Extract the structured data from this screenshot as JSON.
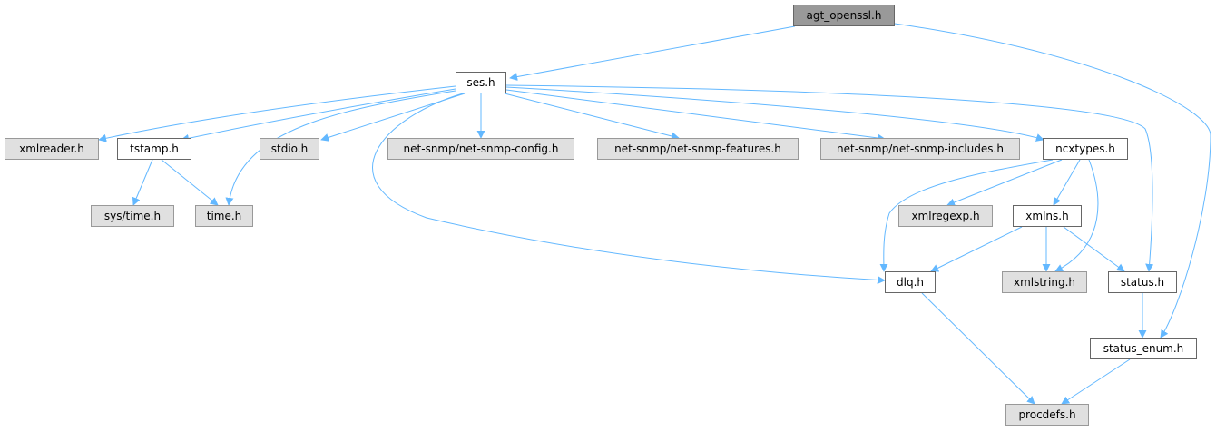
{
  "graph": {
    "colors": {
      "edge": "#63b8ff",
      "main_fill": "#999999",
      "doc_fill": "#ffffff",
      "ext_fill": "#e0e0e0",
      "border": "#666666"
    },
    "nodes": {
      "agt_openssl": "agt_openssl.h",
      "ses": "ses.h",
      "xmlreader": "xmlreader.h",
      "tstamp": "tstamp.h",
      "stdio": "stdio.h",
      "netsnmp_config": "net-snmp/net-snmp-config.h",
      "netsnmp_features": "net-snmp/net-snmp-features.h",
      "netsnmp_includes": "net-snmp/net-snmp-includes.h",
      "ncxtypes": "ncxtypes.h",
      "systime": "sys/time.h",
      "time": "time.h",
      "xmlregexp": "xmlregexp.h",
      "xmlns": "xmlns.h",
      "dlq": "dlq.h",
      "xmlstring": "xmlstring.h",
      "status": "status.h",
      "status_enum": "status_enum.h",
      "procdefs": "procdefs.h"
    },
    "edges": [
      [
        "agt_openssl",
        "ses"
      ],
      [
        "agt_openssl",
        "status_enum"
      ],
      [
        "ses",
        "xmlreader"
      ],
      [
        "ses",
        "tstamp"
      ],
      [
        "ses",
        "time"
      ],
      [
        "ses",
        "stdio"
      ],
      [
        "ses",
        "netsnmp_config"
      ],
      [
        "ses",
        "netsnmp_features"
      ],
      [
        "ses",
        "netsnmp_includes"
      ],
      [
        "ses",
        "ncxtypes"
      ],
      [
        "ses",
        "dlq"
      ],
      [
        "ses",
        "status"
      ],
      [
        "tstamp",
        "systime"
      ],
      [
        "tstamp",
        "time"
      ],
      [
        "ncxtypes",
        "xmlregexp"
      ],
      [
        "ncxtypes",
        "xmlns"
      ],
      [
        "ncxtypes",
        "dlq"
      ],
      [
        "ncxtypes",
        "xmlstring"
      ],
      [
        "xmlns",
        "dlq"
      ],
      [
        "xmlns",
        "xmlstring"
      ],
      [
        "xmlns",
        "status"
      ],
      [
        "dlq",
        "procdefs"
      ],
      [
        "status",
        "status_enum"
      ],
      [
        "status_enum",
        "procdefs"
      ]
    ]
  }
}
